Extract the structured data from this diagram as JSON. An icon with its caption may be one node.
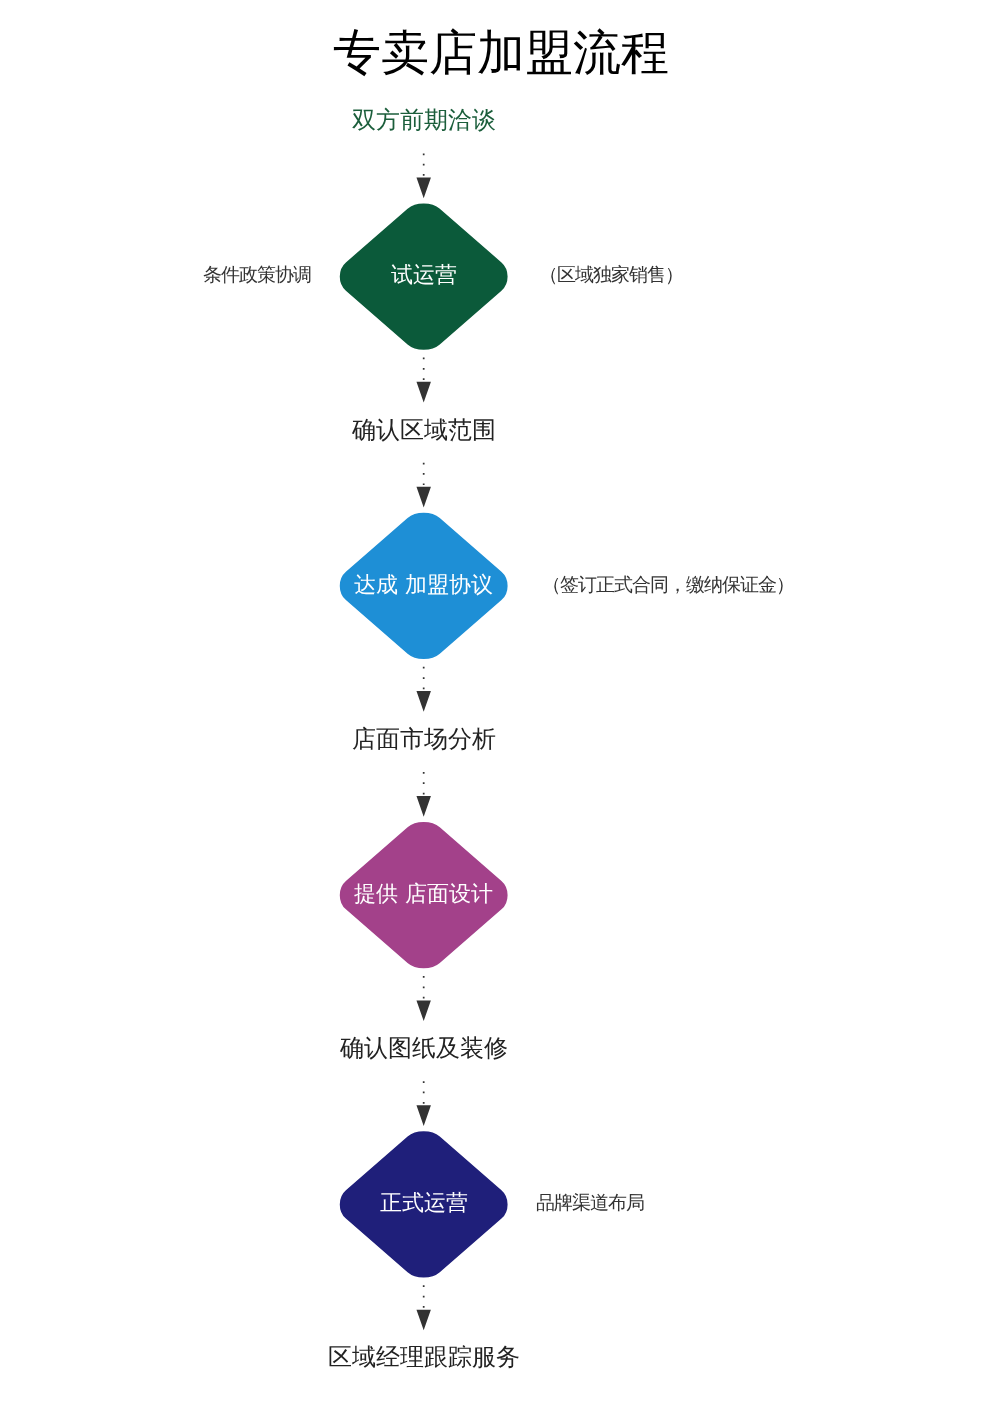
{
  "diagram": {
    "title": "专卖店加盟流程",
    "nodes": [
      {
        "text": [
          "双方前期洽谈"
        ]
      },
      {
        "text": [
          "试运营"
        ],
        "beside": [
          "条件政策协调",
          "（区域独家销售）"
        ]
      },
      {
        "text": [
          "确认区域范围"
        ]
      },
      {
        "text": [
          "达成 加盟协议"
        ],
        "beside": [
          "（签订正式合同，缴纳保证金）"
        ]
      },
      {
        "text": [
          "店面市场分析"
        ]
      },
      {
        "text": [
          "提供 店面设计"
        ]
      },
      {
        "text": [
          "确认图纸及装修"
        ]
      },
      {
        "text": [
          "正式运营"
        ],
        "beside": [
          "品牌渠道布局"
        ]
      },
      {
        "text": [
          "区域经理跟踪服务"
        ]
      }
    ],
    "edges": [
      {
        "from": 0,
        "to": 1,
        "arrow": "to",
        "style": "dashed"
      },
      {
        "from": 1,
        "to": 2,
        "arrow": "to",
        "style": "dashed"
      },
      {
        "from": 2,
        "to": 3,
        "arrow": "to",
        "style": "dashed"
      },
      {
        "from": 3,
        "to": 4,
        "arrow": "to",
        "style": "dashed"
      },
      {
        "from": 4,
        "to": 5,
        "arrow": "to",
        "style": "dashed"
      },
      {
        "from": 5,
        "to": 6,
        "arrow": "to",
        "style": "dashed"
      },
      {
        "from": 6,
        "to": 7,
        "arrow": "to",
        "style": "dashed"
      },
      {
        "from": 7,
        "to": 8,
        "arrow": "to",
        "style": "dashed"
      }
    ]
  }
}
